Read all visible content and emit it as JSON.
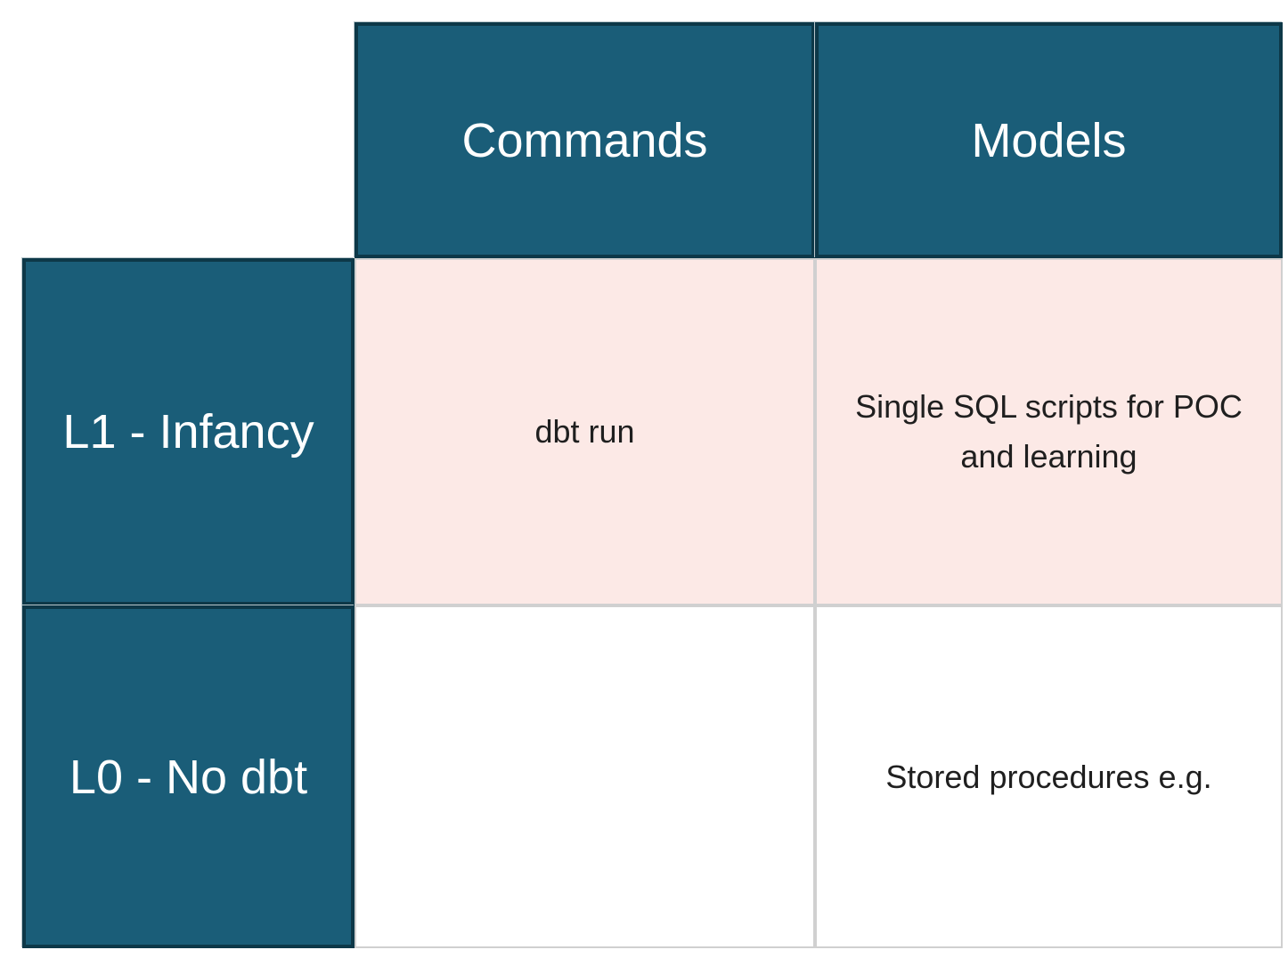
{
  "colors": {
    "teal_fill": "#1a5d78",
    "teal_border": "#0d3848",
    "header_text": "#ffffff",
    "highlight_row_fill": "#fce9e6",
    "plain_row_fill": "#ffffff",
    "grid_line": "#d0d0d0",
    "body_text": "#1f1f1f"
  },
  "table": {
    "column_headers": [
      {
        "label": "Commands"
      },
      {
        "label": "Models"
      }
    ],
    "row_headers": [
      {
        "label": "L1 - Infancy"
      },
      {
        "label": "L0 - No dbt"
      }
    ],
    "cells": {
      "l1_commands": "dbt run",
      "l1_models": "Single SQL scripts for POC and learning",
      "l0_commands": "",
      "l0_models": "Stored procedures e.g."
    }
  },
  "chart_data": {
    "type": "table",
    "columns": [
      "",
      "Commands",
      "Models"
    ],
    "rows": [
      [
        "L1 - Infancy",
        "dbt run",
        "Single SQL scripts for POC and learning"
      ],
      [
        "L0 - No dbt",
        "",
        "Stored procedures e.g."
      ]
    ],
    "layout_hints": {
      "highlighted_row": "L1 - Infancy",
      "row_fills": [
        "#fce9e6",
        "#ffffff"
      ],
      "header_fill": "#1a5d78",
      "corner_cell_empty": true
    }
  }
}
